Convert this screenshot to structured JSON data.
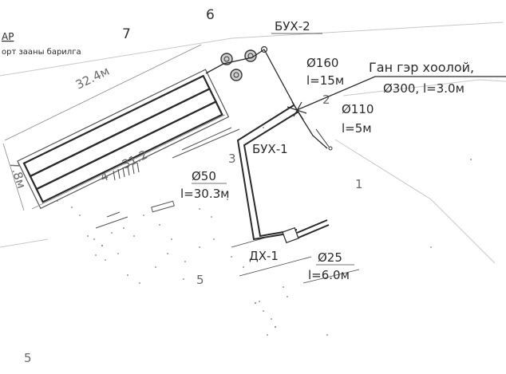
{
  "title_fragment": "AP",
  "subtitle_fragment": "орт зааны барилга",
  "zone_numbers": [
    "7",
    "6",
    "3",
    "4",
    "2",
    "1",
    "5",
    "5"
  ],
  "labels": {
    "buh2": "БУХ-2",
    "buh1": "БУХ-1",
    "dh1": "ДХ-1",
    "pipe160_d": "Ø160",
    "pipe160_l": "l=15м",
    "pipe110_d": "Ø110",
    "pipe110_l": "l=5м",
    "pipe50_d": "Ø50",
    "pipe50_l": "l=30.3м",
    "pipe25_d": "Ø25",
    "pipe25_l": "l=6.0м",
    "outfall_title": "Ган гэр хоолой,",
    "outfall_spec": "Ø300, l=3.0м",
    "dim_length_outer": "32.4м",
    "dim_length_inner": "31.2",
    "dim_width": "7.8м"
  },
  "colors": {
    "line": "#3a3a3a",
    "pipe": "#2a2a2a",
    "dim": "#777777",
    "text": "#2a2a2a"
  }
}
